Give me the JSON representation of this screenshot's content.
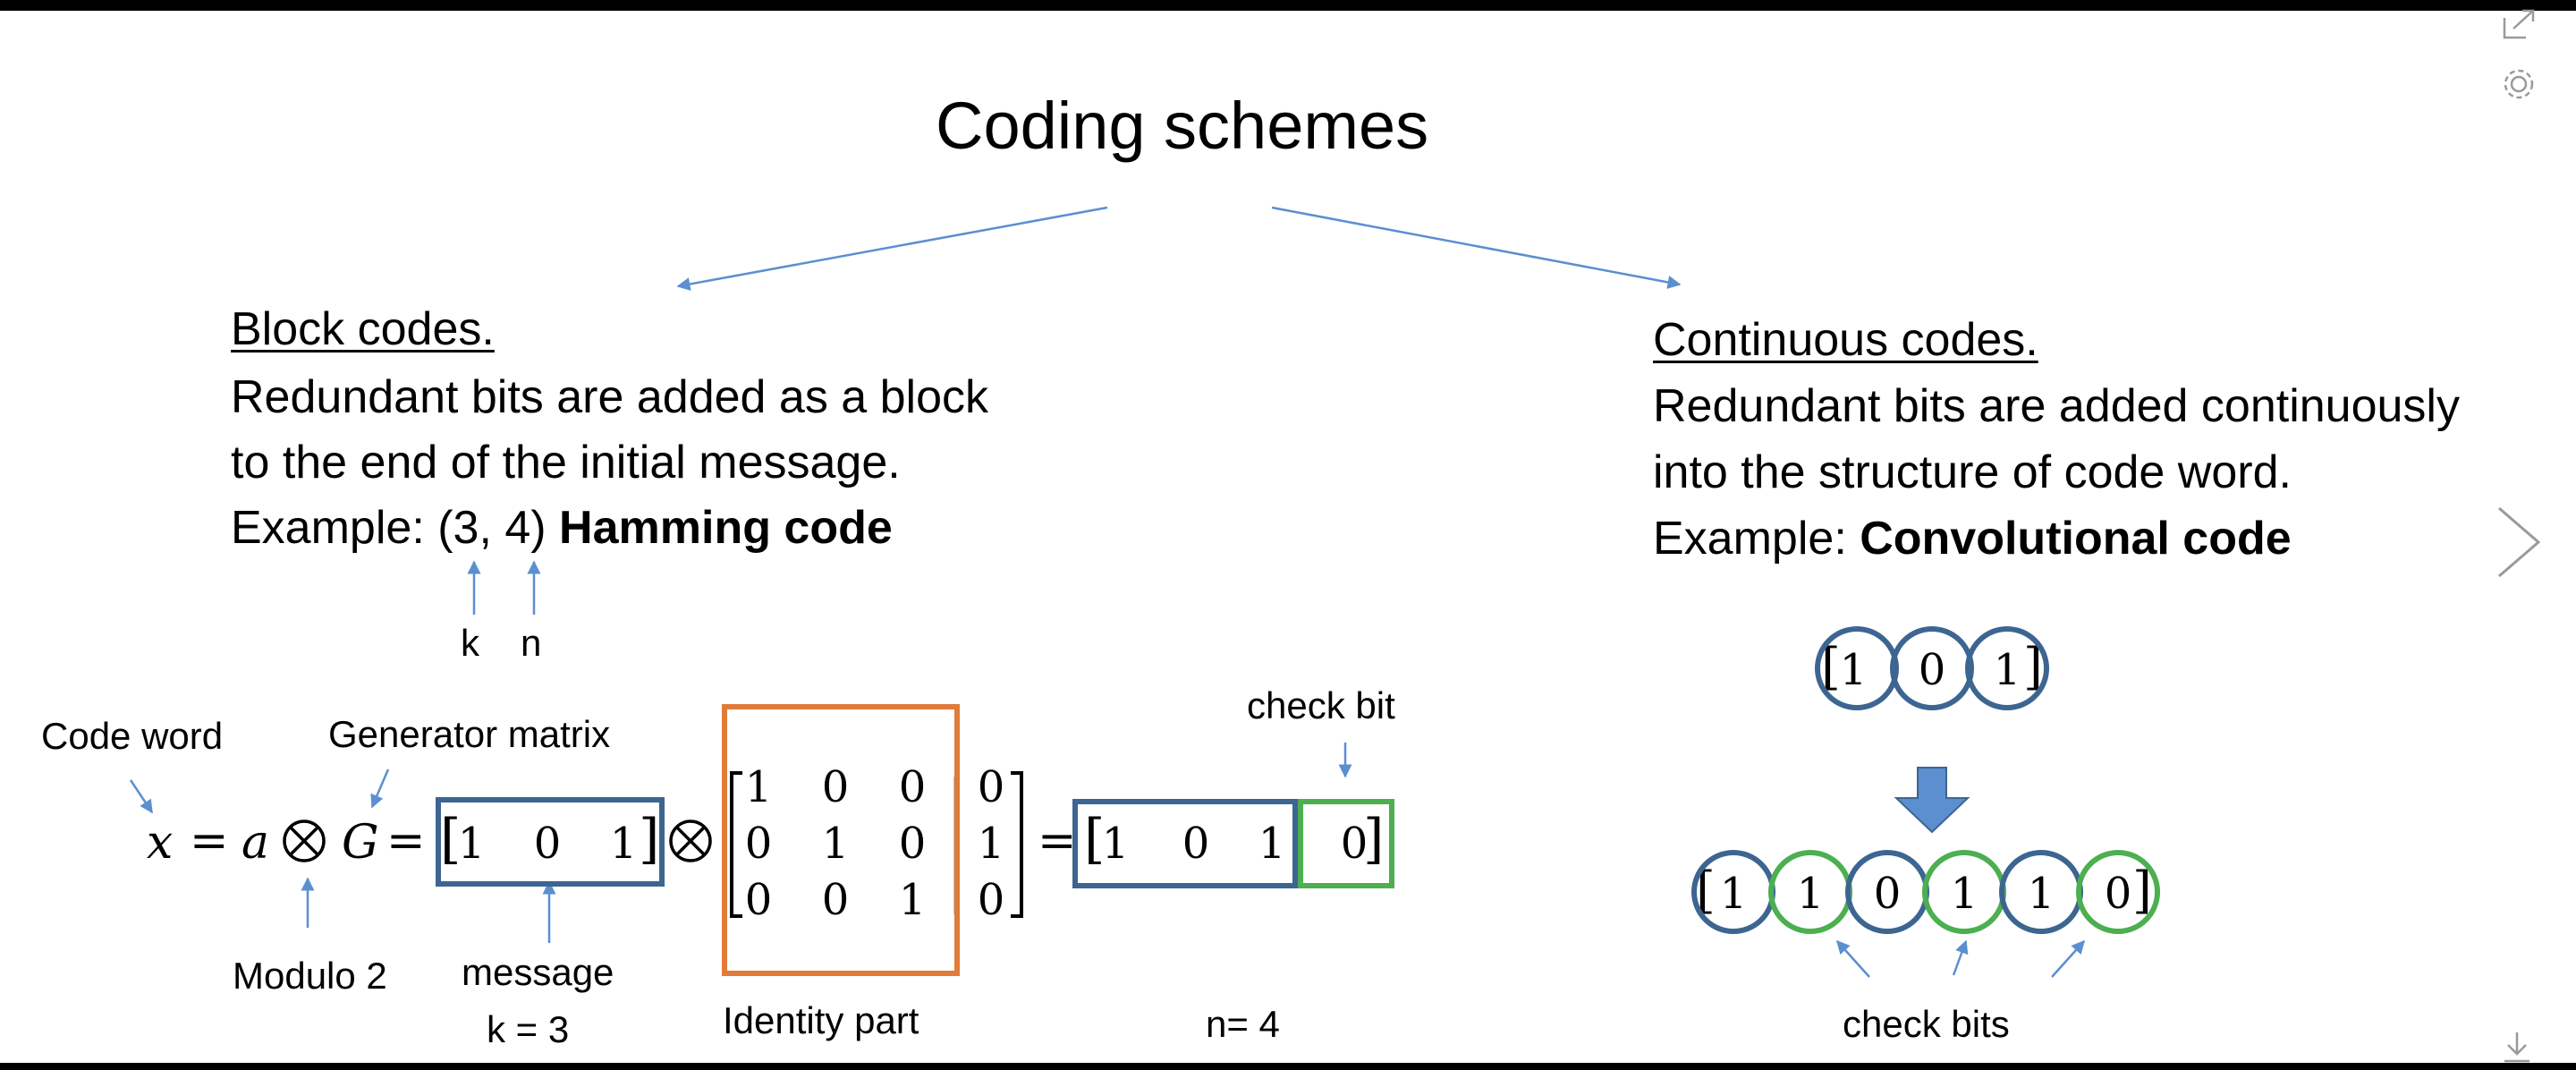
{
  "title": "Coding schemes",
  "block": {
    "heading": "Block codes.",
    "line1": "Redundant bits are added as a block",
    "line2": "to the end of the initial message.",
    "example_prefix": "Example: ",
    "example_param": "(3, 4)",
    "example_name": "Hamming code",
    "k_label": "k",
    "n_label": "n",
    "code_word_label": "Code word",
    "generator_label": "Generator matrix",
    "modulo_label": "Modulo 2",
    "message_label": "message",
    "k_value": "k = 3",
    "identity_label": "Identity part",
    "n_value": "n= 4",
    "check_bit_label": "check bit",
    "eq_x": "x",
    "eq_a": "a",
    "eq_g": "G",
    "message_bits": [
      "1",
      "0",
      "1"
    ],
    "matrix": [
      [
        "1",
        "0",
        "0",
        "0"
      ],
      [
        "0",
        "1",
        "0",
        "1"
      ],
      [
        "0",
        "0",
        "1",
        "0"
      ]
    ],
    "codeword_bits": [
      "1",
      "0",
      "1"
    ],
    "check_bit": "0"
  },
  "continuous": {
    "heading": "Continuous  codes.",
    "line1": "Redundant bits are added continuously",
    "line2": "into the structure of code word.",
    "example_prefix": "Example: ",
    "example_name": "Convolutional code",
    "input_bits": [
      "1",
      "0",
      "1"
    ],
    "output_bits": [
      "1",
      "1",
      "0",
      "1",
      "1",
      "0"
    ],
    "check_bits_label": "check bits"
  },
  "colors": {
    "blue": "#3d6591",
    "green": "#4caf50",
    "orange": "#e07b39",
    "arrow": "#5b8fcf"
  },
  "controls": {
    "expand_icon": "expand-icon",
    "settings_icon": "gear-icon",
    "next_icon": "chevron-right-icon",
    "download_icon": "download-icon"
  }
}
